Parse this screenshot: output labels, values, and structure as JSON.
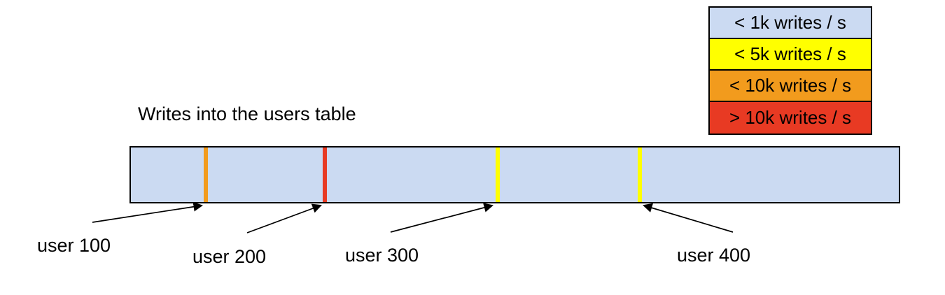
{
  "title": "Writes into the users table",
  "colors": {
    "light_blue": "#cbdaf2",
    "yellow": "#ffff00",
    "orange": "#f29b1d",
    "red": "#e83a23",
    "outline": "#000000"
  },
  "legend": {
    "items": [
      {
        "label": "< 1k writes / s",
        "color": "light_blue"
      },
      {
        "label": "< 5k writes / s",
        "color": "yellow"
      },
      {
        "label": "< 10k writes / s",
        "color": "orange"
      },
      {
        "label": "> 10k writes / s",
        "color": "red"
      }
    ]
  },
  "bar": {
    "fill": "light_blue",
    "stripes": [
      {
        "user": "user 100",
        "color": "orange"
      },
      {
        "user": "user 200",
        "color": "red"
      },
      {
        "user": "user 300",
        "color": "yellow"
      },
      {
        "user": "user 400",
        "color": "yellow"
      }
    ]
  },
  "markers": [
    {
      "label": "user 100"
    },
    {
      "label": "user 200"
    },
    {
      "label": "user 300"
    },
    {
      "label": "user 400"
    }
  ]
}
